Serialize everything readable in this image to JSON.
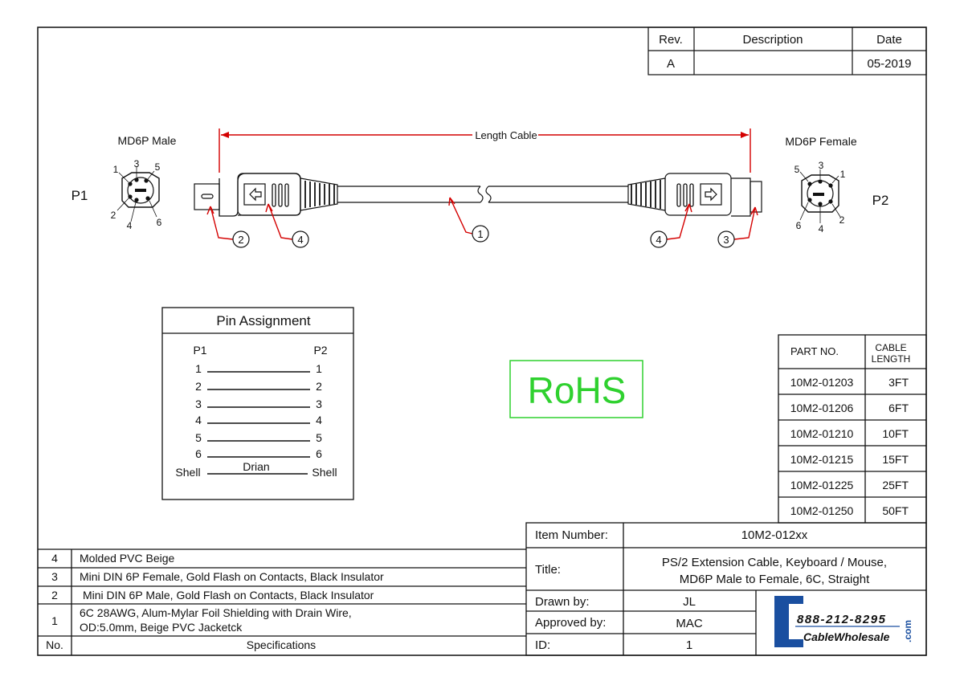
{
  "revision_table": {
    "headers": {
      "rev": "Rev.",
      "description": "Description",
      "date": "Date"
    },
    "row": {
      "rev": "A",
      "description": "",
      "date": "05-2019"
    }
  },
  "connectors": {
    "p1": {
      "label": "MD6P Male",
      "tag": "P1",
      "pins": [
        "1",
        "3",
        "5",
        "2",
        "4",
        "6"
      ]
    },
    "p2": {
      "label": "MD6P Female",
      "tag": "P2",
      "pins": [
        "5",
        "3",
        "1",
        "6",
        "4",
        "2"
      ]
    }
  },
  "dimension": {
    "label": "Length Cable"
  },
  "callouts": [
    "2",
    "4",
    "1",
    "4",
    "3"
  ],
  "pin_assignment": {
    "title": "Pin Assignment",
    "col_left": "P1",
    "col_right": "P2",
    "rows": [
      {
        "left": "1",
        "right": "1",
        "mid": ""
      },
      {
        "left": "2",
        "right": "2",
        "mid": ""
      },
      {
        "left": "3",
        "right": "3",
        "mid": ""
      },
      {
        "left": "4",
        "right": "4",
        "mid": ""
      },
      {
        "left": "5",
        "right": "5",
        "mid": ""
      },
      {
        "left": "6",
        "right": "6",
        "mid": ""
      },
      {
        "left": "Shell",
        "right": "Shell",
        "mid": "Drian"
      }
    ]
  },
  "rohs": {
    "text": "RoHS",
    "color": "#2fd12f"
  },
  "part_table": {
    "headers": {
      "part": "PART NO.",
      "length_line1": "CABLE",
      "length_line2": "LENGTH"
    },
    "rows": [
      {
        "part": "10M2-01203",
        "length": "3FT"
      },
      {
        "part": "10M2-01206",
        "length": "6FT"
      },
      {
        "part": "10M2-01210",
        "length": "10FT"
      },
      {
        "part": "10M2-01215",
        "length": "15FT"
      },
      {
        "part": "10M2-01225",
        "length": "25FT"
      },
      {
        "part": "10M2-01250",
        "length": "50FT"
      }
    ]
  },
  "specifications": {
    "header_no": "No.",
    "header_spec": "Specifications",
    "rows": [
      {
        "no": "4",
        "line1": "Molded PVC Beige",
        "line2": ""
      },
      {
        "no": "3",
        "line1": "Mini DIN 6P Female, Gold Flash on Contacts, Black Insulator",
        "line2": ""
      },
      {
        "no": "2",
        "line1": "Mini DIN 6P Male, Gold Flash on Contacts, Black Insulator",
        "line2": ""
      },
      {
        "no": "1",
        "line1": "6C 28AWG, Alum-Mylar Foil Shielding with Drain Wire,",
        "line2": "OD:5.0mm, Beige PVC Jacketck"
      }
    ]
  },
  "title_block": {
    "item_label": "Item Number:",
    "item_value": "10M2-012xx",
    "title_label": "Title:",
    "title_line1": "PS/2 Extension Cable, Keyboard / Mouse,",
    "title_line2": "MD6P Male to Female, 6C, Straight",
    "drawn_label": "Drawn by:",
    "drawn_value": "JL",
    "approved_label": "Approved by:",
    "approved_value": "MAC",
    "id_label": "ID:",
    "id_value": "1"
  },
  "logo": {
    "phone": "888-212-8295",
    "name": "CableWholesale",
    "suffix": ".com",
    "color": "#1a4fa0"
  }
}
